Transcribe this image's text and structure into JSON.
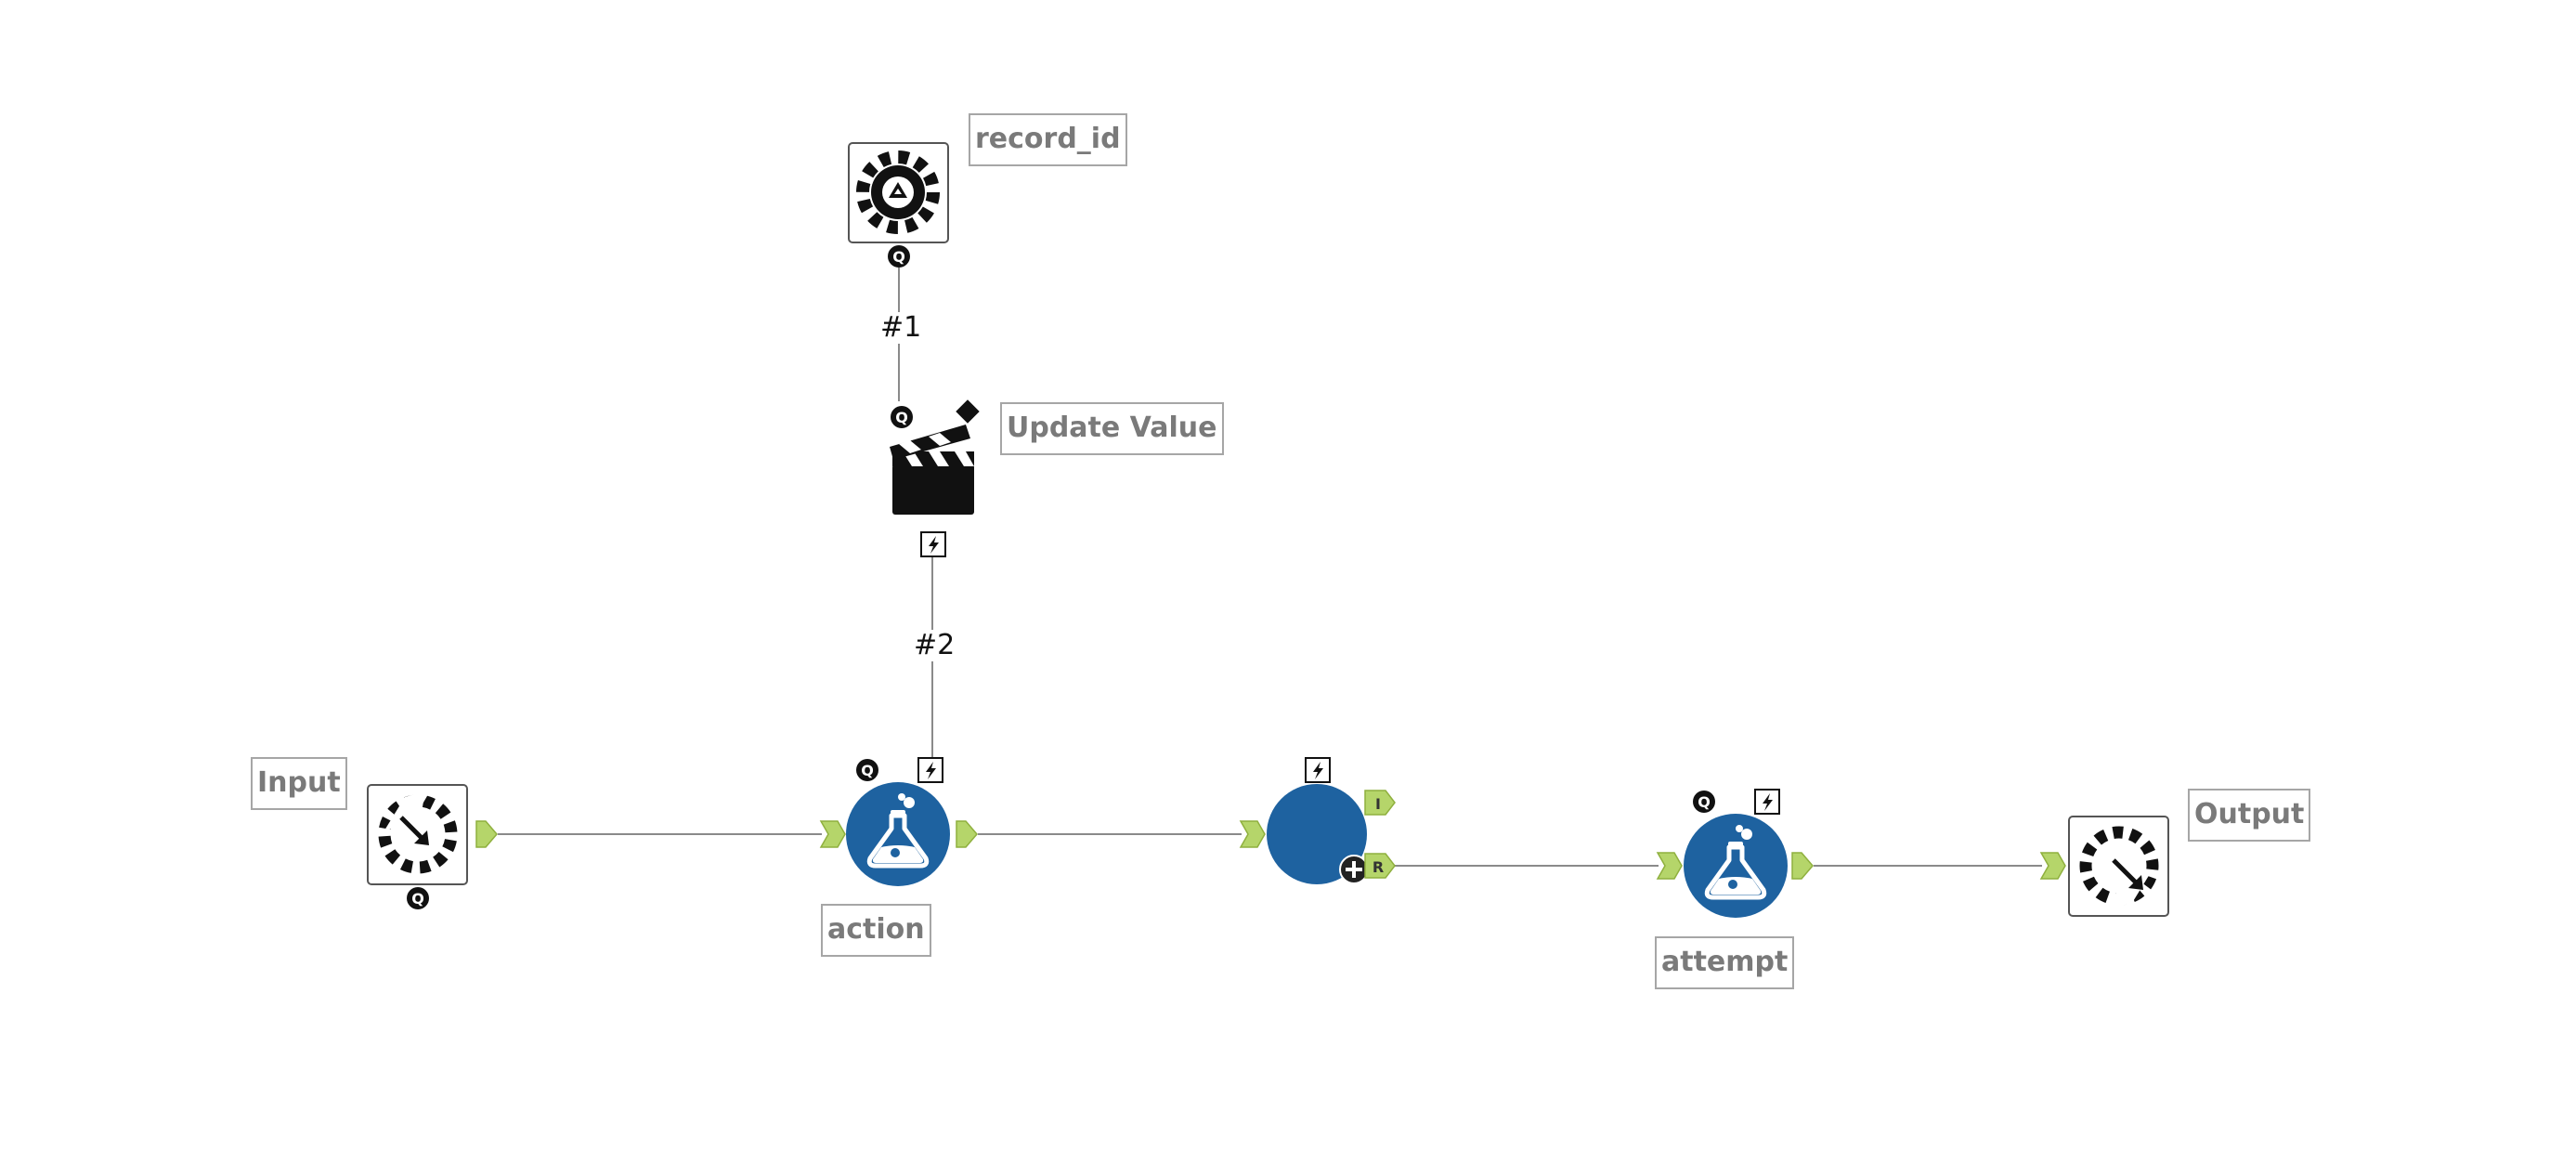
{
  "canvas": {
    "background": "#ffffff"
  },
  "colors": {
    "tool_blue": "#1e62a0",
    "anchor_green": "#b5d56a",
    "anchor_green_edge": "#8fb03e",
    "connector": "#8a8a8a",
    "label_border": "#a6a6a6",
    "label_text": "#7a7a7a"
  },
  "tools": {
    "record_id": {
      "icon": "gear-macro-icon",
      "label": "record_id",
      "anchor": "Q"
    },
    "update_value": {
      "icon": "clapperboard-icon",
      "label": "Update Value",
      "anchors": [
        "Q",
        "lightning"
      ]
    },
    "input": {
      "icon": "macro-input-icon",
      "label": "Input",
      "anchor": "Q"
    },
    "action": {
      "icon": "flask-icon",
      "label": "action",
      "anchors": [
        "Q",
        "lightning"
      ]
    },
    "detour": {
      "icon": "circle-tool-icon",
      "anchors": [
        "lightning",
        "I",
        "R",
        "plus"
      ]
    },
    "attempt": {
      "icon": "flask-icon",
      "label": "attempt",
      "anchors": [
        "Q",
        "lightning"
      ]
    },
    "output": {
      "icon": "macro-output-icon",
      "label": "Output"
    }
  },
  "connections": [
    {
      "from": "record_id",
      "to": "update_value",
      "label": "#1"
    },
    {
      "from": "update_value",
      "to": "action",
      "label": "#2"
    },
    {
      "from": "input",
      "to": "action",
      "label": ""
    },
    {
      "from": "action",
      "to": "detour",
      "label": ""
    },
    {
      "from": "detour",
      "to": "attempt",
      "label": ""
    },
    {
      "from": "attempt",
      "to": "output",
      "label": ""
    }
  ]
}
